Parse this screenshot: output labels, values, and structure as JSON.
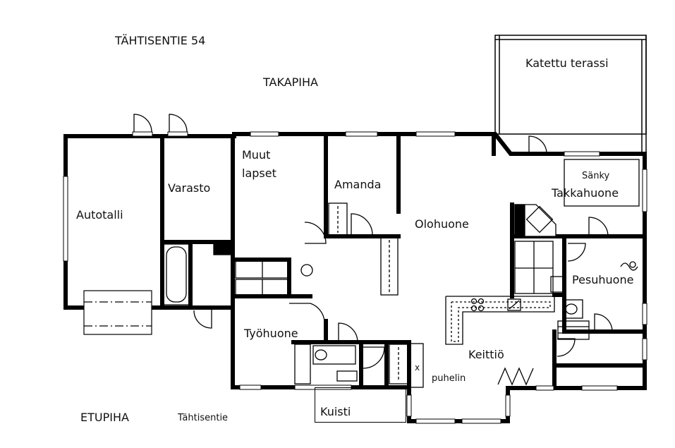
{
  "address": "TÄHTISENTIE 54",
  "yards": {
    "back": "TAKAPIHA",
    "front": "ETUPIHA",
    "street": "Tähtisentie"
  },
  "rooms": {
    "covered_terrace": "Katettu terassi",
    "garage": "Autotalli",
    "storage": "Varasto",
    "other_kids_line1": "Muut",
    "other_kids_line2": "lapset",
    "amanda": "Amanda",
    "living_room": "Olohuone",
    "bed": "Sänky",
    "fireplace_room": "Takkahuone",
    "bathroom": "Pesuhuone",
    "study": "Työhuone",
    "kitchen": "Keittiö",
    "phone": "puhelin",
    "porch": "Kuisti",
    "phone_mark": "x"
  },
  "colors": {
    "wall": "#000000",
    "background": "#ffffff"
  }
}
